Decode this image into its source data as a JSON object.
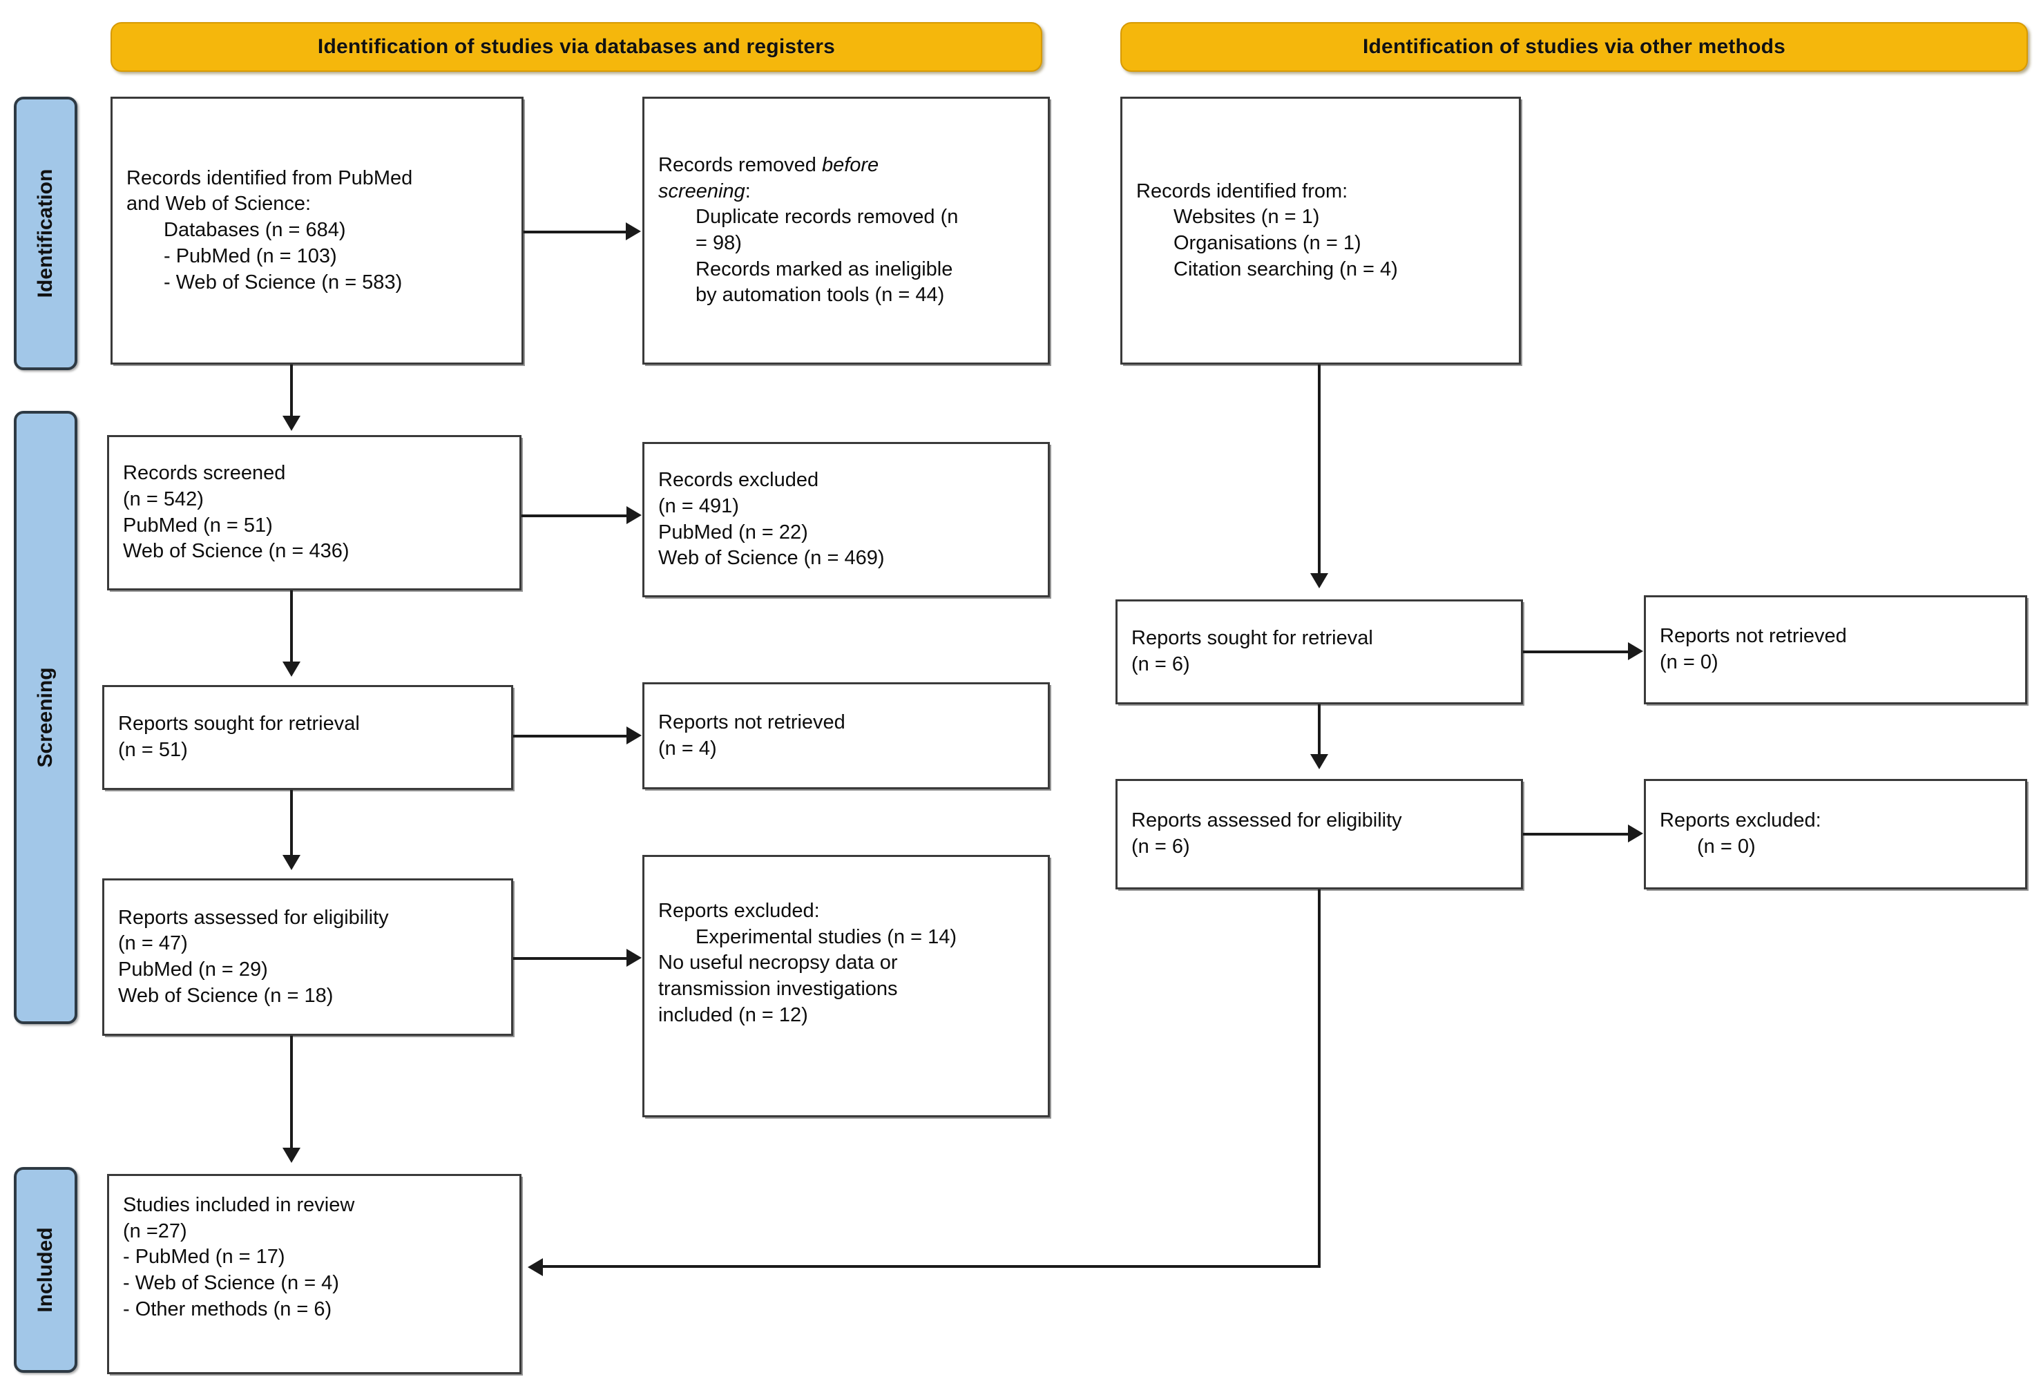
{
  "colors": {
    "header_yellow": "#F5B70C",
    "stage_blue": "#A2C7E8",
    "box_border": "#3A3A3A",
    "connector": "#1A1A1A",
    "text": "#0D0D0D"
  },
  "headers": {
    "databases": "Identification of studies via databases and registers",
    "other": "Identification of studies via other methods"
  },
  "stages": {
    "identification": "Identification",
    "screening": "Screening",
    "included": "Included"
  },
  "databases_column": {
    "records_identified": {
      "l1": "Records identified from PubMed",
      "l2": "and Web of Science:",
      "l3": "Databases (n = 684)",
      "l4": "- PubMed (n = 103)",
      "l5": "- Web of Science (n = 583)"
    },
    "records_removed": {
      "l1_pre": "Records removed ",
      "l1_em": "before",
      "l2_em": "screening",
      "l2_post": ":",
      "l3": "Duplicate records removed (n",
      "l4": "= 98)",
      "l5": "Records marked as ineligible",
      "l6": "by automation tools (n = 44)"
    },
    "records_screened": {
      "l1": "Records screened",
      "l2": "(n = 542)",
      "l3": "PubMed (n = 51)",
      "l4": "Web of Science (n = 436)"
    },
    "records_excluded": {
      "l1": "Records excluded",
      "l2": "(n = 491)",
      "l3": "PubMed (n = 22)",
      "l4": "Web of Science (n = 469)"
    },
    "reports_sought": {
      "l1": "Reports sought for retrieval",
      "l2": "(n = 51)"
    },
    "reports_not_retrieved": {
      "l1": "Reports not retrieved",
      "l2": "(n = 4)"
    },
    "reports_assessed": {
      "l1": "Reports assessed for eligibility",
      "l2": "(n = 47)",
      "l3": "PubMed (n = 29)",
      "l4": "Web of Science (n = 18)"
    },
    "reports_excluded": {
      "l1": "Reports excluded:",
      "l2": "Experimental studies (n = 14)",
      "l3": "No useful necropsy data or",
      "l4": "transmission investigations",
      "l5": "included (n = 12)"
    },
    "studies_included": {
      "l1": "Studies included in review",
      "l2": "(n =27)",
      "l3": "- PubMed (n = 17)",
      "l4": "- Web of Science (n = 4)",
      "l5": "- Other methods (n = 6)"
    }
  },
  "other_column": {
    "records_identified": {
      "l1": "Records identified from:",
      "l2": "Websites (n = 1)",
      "l3": "Organisations (n = 1)",
      "l4": "Citation searching (n = 4)"
    },
    "reports_sought": {
      "l1": "Reports sought for retrieval",
      "l2": "(n = 6)"
    },
    "reports_not_retrieved": {
      "l1": "Reports not retrieved",
      "l2": "(n = 0)"
    },
    "reports_assessed": {
      "l1": "Reports assessed for eligibility",
      "l2": "(n = 6)"
    },
    "reports_excluded": {
      "l1": "Reports excluded:",
      "l2": "(n = 0)"
    }
  }
}
